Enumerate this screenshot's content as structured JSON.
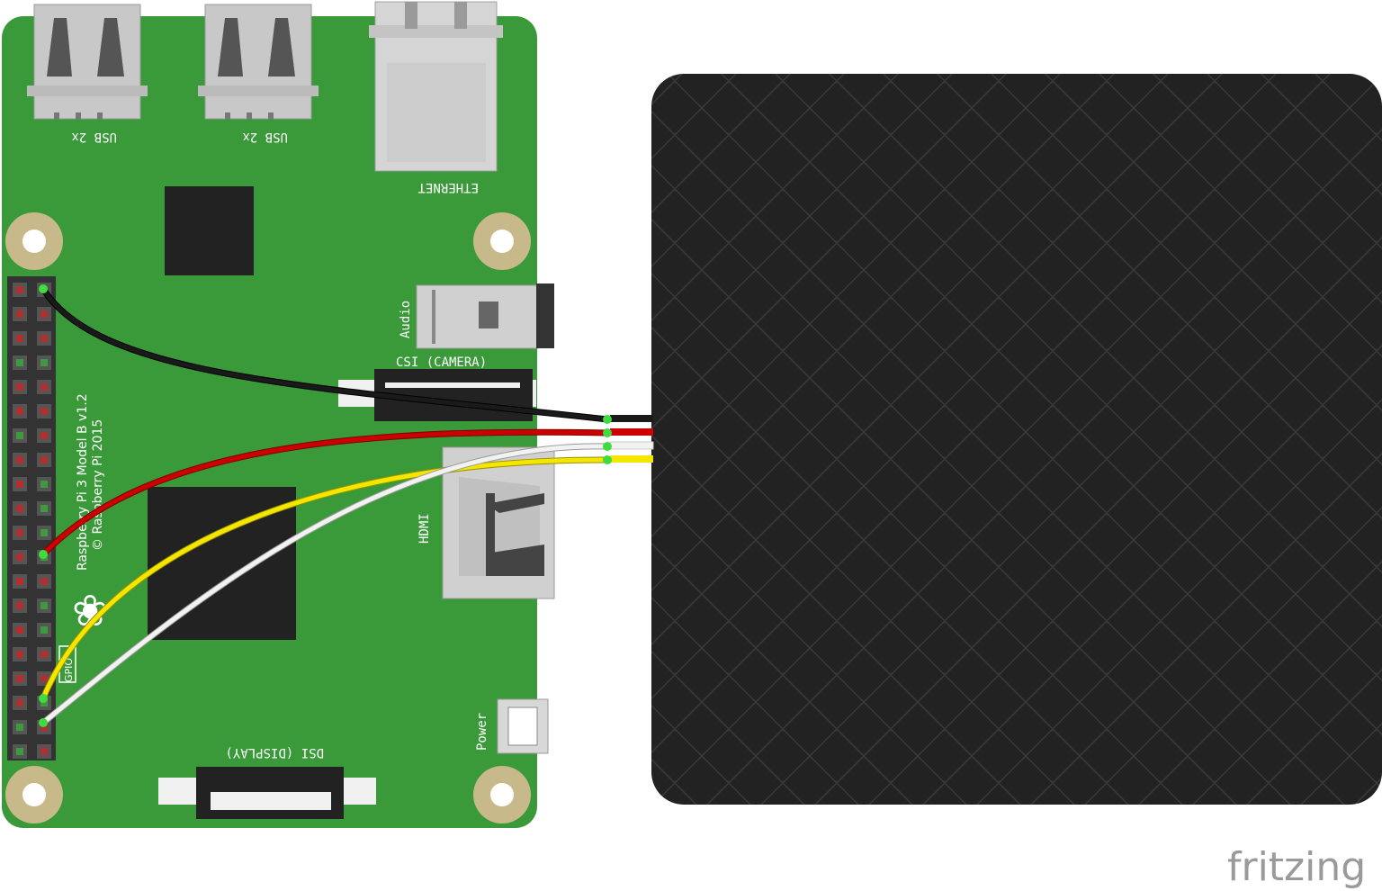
{
  "board": {
    "usb_label_1": "USB 2x",
    "usb_label_2": "USB 2x",
    "ethernet_label": "ETHERNET",
    "audio_label": "Audio",
    "csi_label": "CSI (CAMERA)",
    "hdmi_label": "HDMI",
    "power_label": "Power",
    "dsi_label": "DSI (DISPLAY)",
    "model_label": "Raspberry Pi 3 Model B v1.2",
    "copyright_label": "© Raspberry Pi 2015",
    "gpio_label": "GPIO"
  },
  "wires": [
    {
      "name": "black",
      "color": "#1a1a1a"
    },
    {
      "name": "red",
      "color": "#cc0000"
    },
    {
      "name": "white",
      "color": "#f2f2f2"
    },
    {
      "name": "yellow",
      "color": "#f5e600"
    }
  ],
  "colors": {
    "board": "#3a9a3a",
    "pad": "#c8b98a",
    "sensor": "#222222"
  },
  "watermark": "fritzing"
}
